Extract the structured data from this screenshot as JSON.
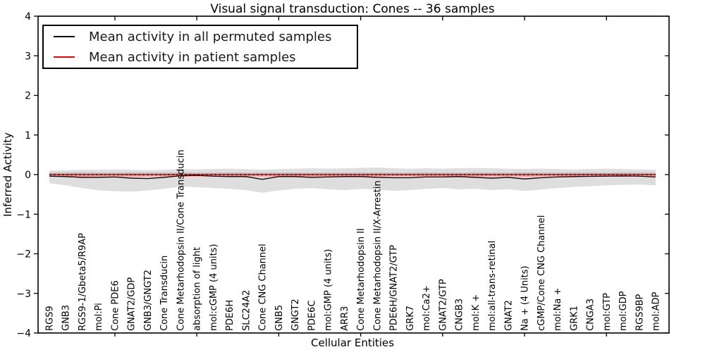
{
  "chart_data": {
    "type": "line",
    "title": "Visual signal transduction: Cones -- 36 samples",
    "xlabel": "Cellular Entities",
    "ylabel": "Inferred Activity",
    "ylim": [
      -4,
      4
    ],
    "grid": false,
    "legend_position": "upper-left",
    "yticks": {
      "values": [
        4,
        3,
        2,
        1,
        0,
        -1,
        -2,
        -3,
        -4
      ],
      "labels": [
        "4",
        "3",
        "2",
        "1",
        "0",
        "−1",
        "−2",
        "−3",
        "−4"
      ]
    },
    "xtick_major_indices": [
      4,
      9,
      14,
      19,
      24,
      29,
      34
    ],
    "categories": [
      "RGS9",
      "GNB3",
      "RGS9-1/Gbeta5/R9AP",
      "mol:Pi",
      "Cone PDE6",
      "GNAT2/GDP",
      "GNB3/GNGT2",
      "Cone Transducin",
      "Cone Metarhodopsin II/Cone Transducin",
      "absorption of light",
      "mol:cGMP (4 units)",
      "PDE6H",
      "SLC24A2",
      "Cone CNG Channel",
      "GNB5",
      "GNGT2",
      "PDE6C",
      "mol:GMP (4 units)",
      "ARR3",
      "Cone Metarhodopsin II",
      "Cone Metarhodopsin II/X-Arrestin",
      "PDE6H/GNAT2/GTP",
      "GRK7",
      "mol:Ca2+",
      "GNAT2/GTP",
      "CNGB3",
      "mol:K +",
      "mol:all-trans-retinal",
      "GNAT2",
      "Na + (4 Units)",
      "cGMP/Cone CNG Channel",
      "mol:Na +",
      "GRK1",
      "CNGA3",
      "mol:GTP",
      "mol:GDP",
      "RGS9BP",
      "mol:ADP"
    ],
    "series": [
      {
        "name": "Mean activity in all permuted samples",
        "color": "#000000",
        "style": "solid",
        "values": [
          -0.04,
          -0.05,
          -0.07,
          -0.07,
          -0.06,
          -0.09,
          -0.1,
          -0.07,
          -0.03,
          -0.02,
          -0.04,
          -0.05,
          -0.05,
          -0.12,
          -0.05,
          -0.05,
          -0.07,
          -0.06,
          -0.05,
          -0.05,
          -0.07,
          -0.08,
          -0.08,
          -0.06,
          -0.06,
          -0.05,
          -0.07,
          -0.09,
          -0.07,
          -0.11,
          -0.08,
          -0.06,
          -0.05,
          -0.045,
          -0.04,
          -0.035,
          -0.04,
          -0.06
        ]
      },
      {
        "name": "Mean activity in patient samples",
        "color": "#ff0000",
        "style": "solid",
        "values": [
          0,
          0,
          0,
          0,
          0,
          0,
          0,
          0,
          0,
          0,
          0,
          0,
          0,
          0,
          0,
          0,
          0,
          0,
          0,
          0,
          0,
          0,
          0,
          0,
          0,
          0,
          0,
          0,
          0,
          0,
          0,
          0,
          0,
          0,
          0,
          0,
          0,
          0
        ]
      }
    ],
    "bands": [
      {
        "name": "permuted-samples-band",
        "color": "#000000",
        "opacity": 0.13,
        "upper": [
          0.1,
          0.11,
          0.12,
          0.12,
          0.13,
          0.12,
          0.11,
          0.12,
          0.14,
          0.13,
          0.14,
          0.15,
          0.14,
          0.12,
          0.14,
          0.15,
          0.16,
          0.15,
          0.16,
          0.17,
          0.18,
          0.16,
          0.15,
          0.16,
          0.15,
          0.16,
          0.17,
          0.16,
          0.15,
          0.14,
          0.15,
          0.14,
          0.13,
          0.14,
          0.15,
          0.14,
          0.13,
          0.12
        ],
        "lower": [
          -0.22,
          -0.27,
          -0.34,
          -0.4,
          -0.42,
          -0.43,
          -0.4,
          -0.36,
          -0.3,
          -0.32,
          -0.34,
          -0.36,
          -0.39,
          -0.46,
          -0.4,
          -0.36,
          -0.34,
          -0.37,
          -0.39,
          -0.36,
          -0.38,
          -0.41,
          -0.39,
          -0.36,
          -0.34,
          -0.37,
          -0.36,
          -0.39,
          -0.37,
          -0.41,
          -0.38,
          -0.34,
          -0.31,
          -0.29,
          -0.27,
          -0.26,
          -0.25,
          -0.27
        ]
      },
      {
        "name": "patient-samples-band",
        "color": "#ff0000",
        "opacity": 0.28,
        "upper": [
          0.045,
          0.045,
          0.05,
          0.045,
          0.045,
          0.05,
          0.045,
          0.045,
          0.05,
          0.045,
          0.045,
          0.05,
          0.045,
          0.045,
          0.05,
          0.045,
          0.045,
          0.05,
          0.045,
          0.045,
          0.05,
          0.045,
          0.045,
          0.05,
          0.045,
          0.045,
          0.05,
          0.045,
          0.045,
          0.05,
          0.045,
          0.045,
          0.05,
          0.045,
          0.045,
          0.05,
          0.045,
          0.045
        ],
        "lower": [
          -0.045,
          -0.045,
          -0.05,
          -0.045,
          -0.045,
          -0.05,
          -0.045,
          -0.045,
          -0.05,
          -0.045,
          -0.045,
          -0.05,
          -0.045,
          -0.045,
          -0.05,
          -0.045,
          -0.045,
          -0.05,
          -0.045,
          -0.045,
          -0.05,
          -0.045,
          -0.045,
          -0.05,
          -0.045,
          -0.045,
          -0.05,
          -0.045,
          -0.045,
          -0.05,
          -0.045,
          -0.045,
          -0.05,
          -0.045,
          -0.045,
          -0.05,
          -0.045,
          -0.045
        ]
      }
    ],
    "zero_line": {
      "y": 0,
      "color": "#000000",
      "style": "dashed"
    }
  }
}
